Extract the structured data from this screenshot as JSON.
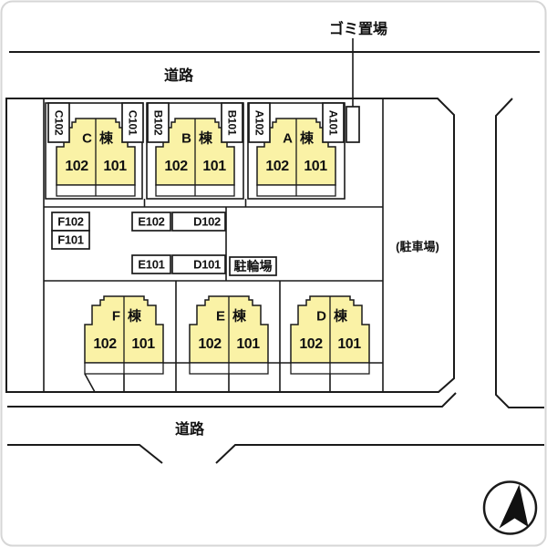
{
  "roads": {
    "top_label": "道路",
    "bottom_label": "道路"
  },
  "annotations": {
    "garbage_label": "ゴミ置場",
    "parking_label": "(駐車場)",
    "bicycle_label": "駐輪場"
  },
  "shared": {
    "building_suffix": "棟"
  },
  "buildings": [
    {
      "id": "C",
      "letter": "C",
      "left_unit": "102",
      "right_unit": "101",
      "left_tag": "C102",
      "right_tag": "C101"
    },
    {
      "id": "B",
      "letter": "B",
      "left_unit": "102",
      "right_unit": "101",
      "left_tag": "B102",
      "right_tag": "B101"
    },
    {
      "id": "A",
      "letter": "A",
      "left_unit": "102",
      "right_unit": "101",
      "left_tag": "A102",
      "right_tag": "A101"
    },
    {
      "id": "F",
      "letter": "F",
      "left_unit": "102",
      "right_unit": "101"
    },
    {
      "id": "E",
      "letter": "E",
      "left_unit": "102",
      "right_unit": "101"
    },
    {
      "id": "D",
      "letter": "D",
      "left_unit": "102",
      "right_unit": "101"
    }
  ],
  "parking_spaces": [
    {
      "label": "F102"
    },
    {
      "label": "F101"
    },
    {
      "label": "E102"
    },
    {
      "label": "D102"
    },
    {
      "label": "E101"
    },
    {
      "label": "D101"
    }
  ],
  "colors": {
    "building_fill": "#faf2a6",
    "line": "#1a1a1a",
    "background": "#ffffff"
  },
  "icons": {
    "compass": "compass-north-arrow-icon"
  }
}
